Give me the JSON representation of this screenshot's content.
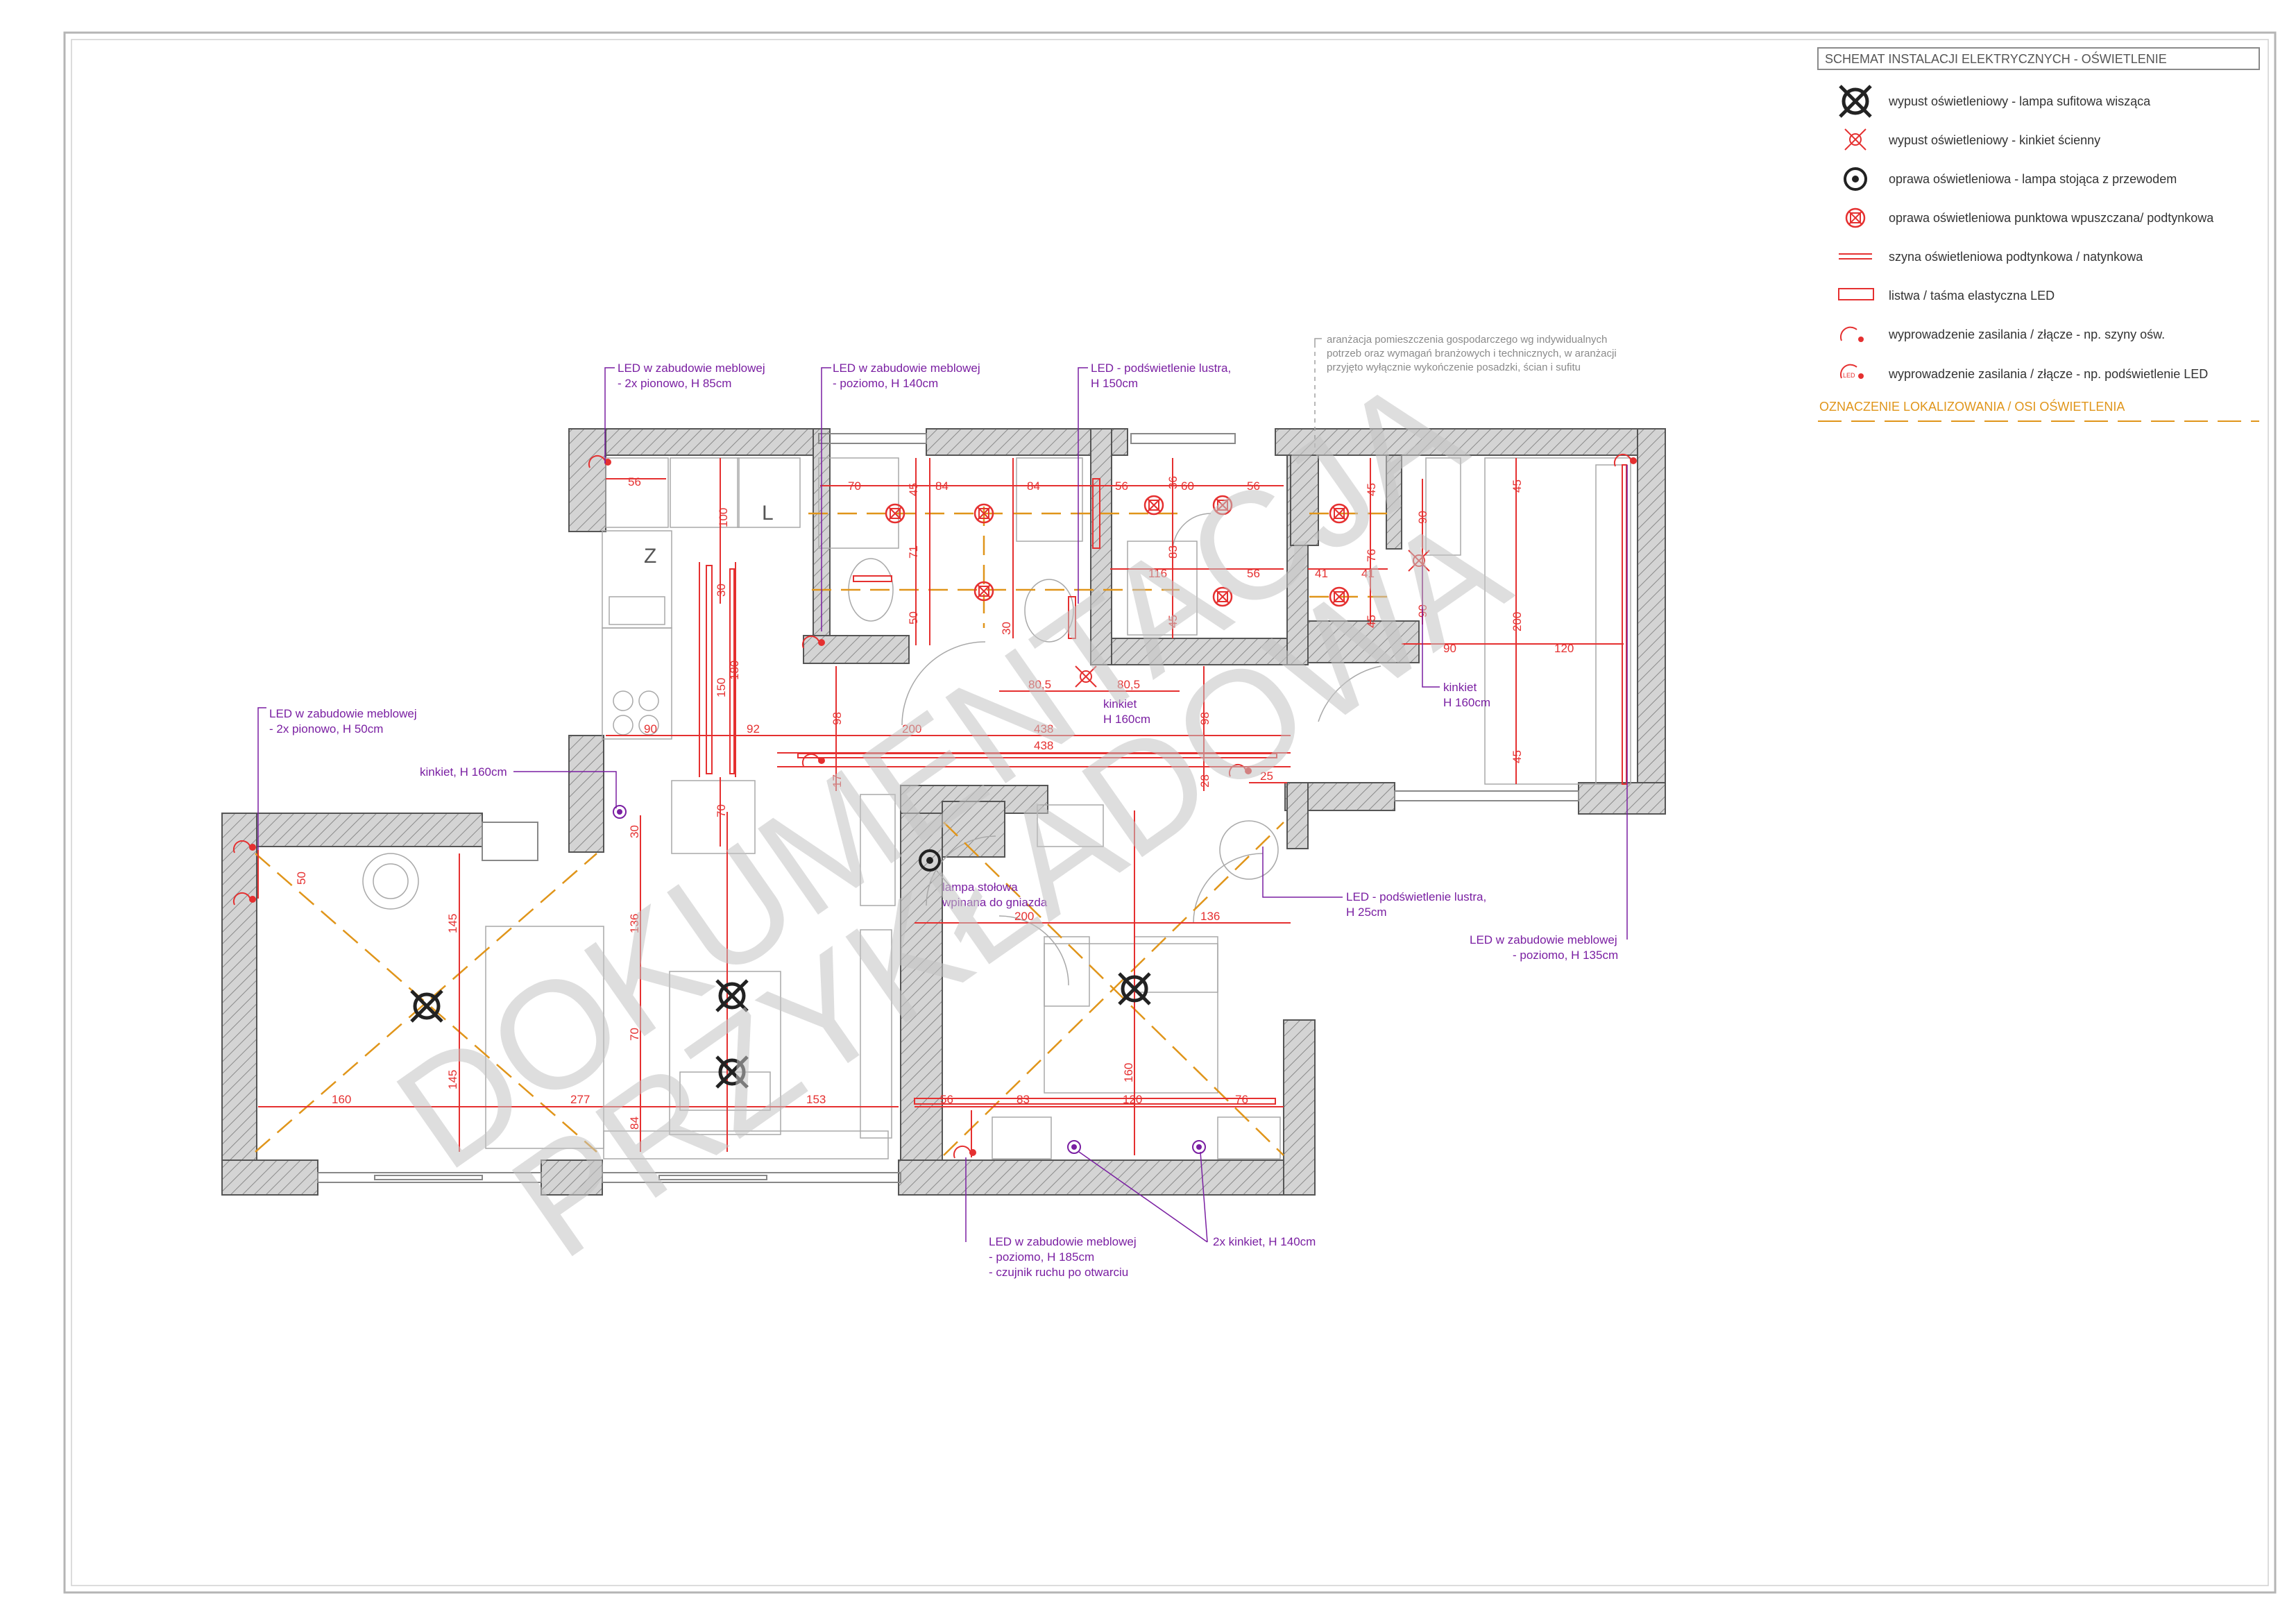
{
  "legend": {
    "title": "SCHEMAT INSTALACJI ELEKTRYCZNYCH - OŚWIETLENIE",
    "items": [
      {
        "icon": "pendant-lamp-icon",
        "label": "wypust oświetleniowy - lampa sufitowa wisząca"
      },
      {
        "icon": "wall-sconce-icon",
        "label": "wypust oświetleniowy - kinkiet ścienny"
      },
      {
        "icon": "floor-lamp-icon",
        "label": "oprawa oświetleniowa - lampa stojąca z przewodem"
      },
      {
        "icon": "recessed-spot-icon",
        "label": "oprawa oświetleniowa punktowa wpuszczana/ podtynkowa"
      },
      {
        "icon": "lighting-rail-icon",
        "label": "szyna oświetleniowa podtynkowa / natynkowa"
      },
      {
        "icon": "led-strip-icon",
        "label": "listwa / taśma elastyczna LED"
      },
      {
        "icon": "power-outlet-rail-icon",
        "label": "wyprowadzenie zasilania / złącze - np. szyny ośw."
      },
      {
        "icon": "power-outlet-led-icon",
        "label": "wyprowadzenie zasilania / złącze - np. podświetlenie LED"
      }
    ],
    "axis_label": "OZNACZENIE LOKALIZOWANIA / OSI OŚWIETLENIA",
    "led_tag": "LED"
  },
  "watermark": {
    "line1": "DOKUMENTACJA",
    "line2": "PRZYKŁADOWA"
  },
  "fixture_labels": {
    "z": "Z",
    "l": "L"
  },
  "notes": {
    "kitchen_vertical": [
      "LED w zabudowie meblowej",
      "- 2x pionowo, H 85cm"
    ],
    "kitchen_horizontal": [
      "LED w zabudowie meblowej",
      "- poziomo, H 140cm"
    ],
    "bath_mirror": [
      "LED - podświetlenie lustra,",
      "H 150cm"
    ],
    "utility_room": [
      "aranżacja pomieszczenia gospodarczego wg indywidualnych",
      "potrzeb oraz wymagań branżowych i technicznych, w aranżacji",
      "przyjęto wyłącznie wykończenie posadzki, ścian i sufitu"
    ],
    "living_led": [
      "LED w zabudowie meblowej",
      "- 2x pionowo, H 50cm"
    ],
    "living_kinkiet": [
      "kinkiet, H 160cm"
    ],
    "hall_kinkiet": [
      "kinkiet",
      "H 160cm"
    ],
    "right_kinkiet": [
      "kinkiet",
      "H 160cm"
    ],
    "table_lamp": [
      "lampa stołowa",
      "wpinana do gniazda"
    ],
    "bedroom_mirror": [
      "LED - podświetlenie lustra,",
      "H 25cm"
    ],
    "wardrobe_led": [
      "LED w zabudowie meblowej",
      "- poziomo, H 135cm"
    ],
    "bedroom_led": [
      "LED w zabudowie meblowej",
      "- poziomo, H 185cm",
      "- czujnik ruchu po otwarciu"
    ],
    "bedroom_kinkiet": [
      "2x kinkiet, H 140cm"
    ]
  },
  "dimensions": {
    "k56": "56",
    "k100": "100",
    "k30": "30",
    "k150": "150",
    "k180": "180",
    "k90": "90",
    "k92": "92",
    "k70": "70",
    "b70": "70",
    "b45": "45",
    "b84": "84",
    "b84b": "84",
    "b71": "71",
    "b50": "50",
    "b30": "30",
    "s56": "56",
    "s36": "36",
    "s60": "60",
    "s56b": "56",
    "s83": "83",
    "s116": "116",
    "s56c": "56",
    "s45": "45",
    "u45": "45",
    "u76": "76",
    "u41": "41",
    "u41b": "41",
    "u45b": "45",
    "r90": "90",
    "r45": "45",
    "r90b": "90",
    "r200": "200",
    "r90c": "90",
    "r120": "120",
    "r45b": "45",
    "h805a": "80,5",
    "h805b": "80,5",
    "h98a": "98",
    "h200": "200",
    "h438a": "438",
    "h438b": "438",
    "h98b": "98",
    "h17": "17",
    "h28": "28",
    "h25": "25",
    "l50": "50",
    "l145": "145",
    "l145b": "145",
    "l160": "160",
    "l277": "277",
    "l30": "30",
    "l136": "136",
    "l70": "70",
    "l84": "84",
    "l153": "153",
    "d200": "200",
    "d136": "136",
    "d160": "160",
    "d56": "56",
    "d83": "83",
    "d120": "120",
    "d76": "76"
  }
}
